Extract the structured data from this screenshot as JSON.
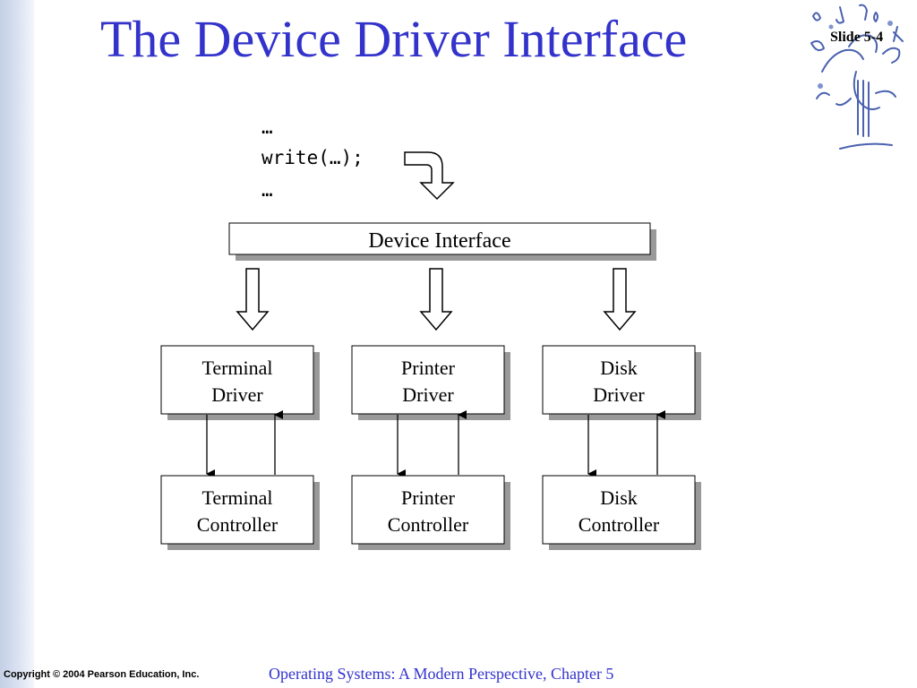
{
  "slide": {
    "title": "The Device Driver Interface",
    "slide_number": "Slide 5-4",
    "footer_title": "Operating Systems: A Modern Perspective, Chapter 5",
    "copyright": "Copyright © 2004 Pearson Education, Inc.",
    "colors": {
      "title": "#3333cc",
      "footer_title": "#3333cc",
      "accent": "#c4cfe6"
    }
  },
  "code": {
    "lines": [
      "…",
      "write(…);",
      "…"
    ]
  },
  "diagram": {
    "interface_label": "Device Interface",
    "drivers": [
      {
        "line1": "Terminal",
        "line2": "Driver"
      },
      {
        "line1": "Printer",
        "line2": "Driver"
      },
      {
        "line1": "Disk",
        "line2": "Driver"
      }
    ],
    "controllers": [
      {
        "line1": "Terminal",
        "line2": "Controller"
      },
      {
        "line1": "Printer",
        "line2": "Controller"
      },
      {
        "line1": "Disk",
        "line2": "Controller"
      }
    ]
  }
}
